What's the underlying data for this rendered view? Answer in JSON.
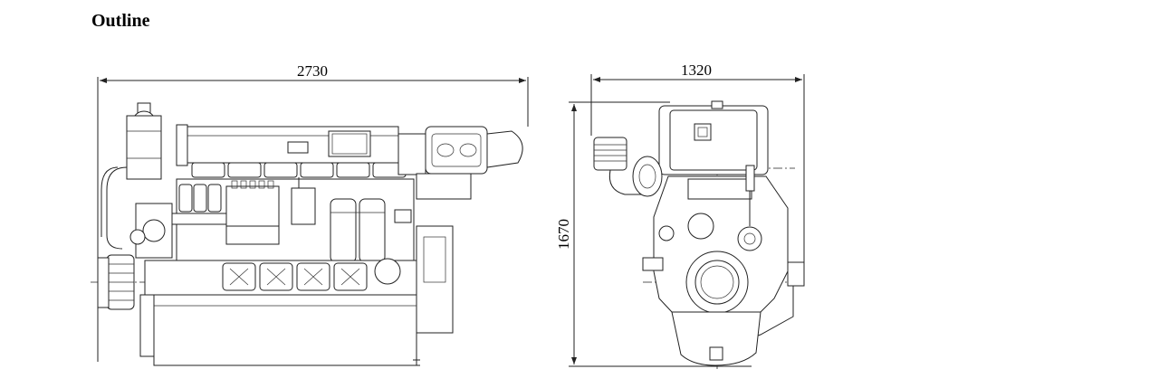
{
  "page": {
    "title": "Outline"
  },
  "views": {
    "side": {
      "length_label": "2730"
    },
    "front": {
      "width_label": "1320",
      "height_label": "1670"
    }
  },
  "icons": [
    "engine-side-view-icon",
    "engine-front-view-icon",
    "dimension-arrow-icon"
  ]
}
